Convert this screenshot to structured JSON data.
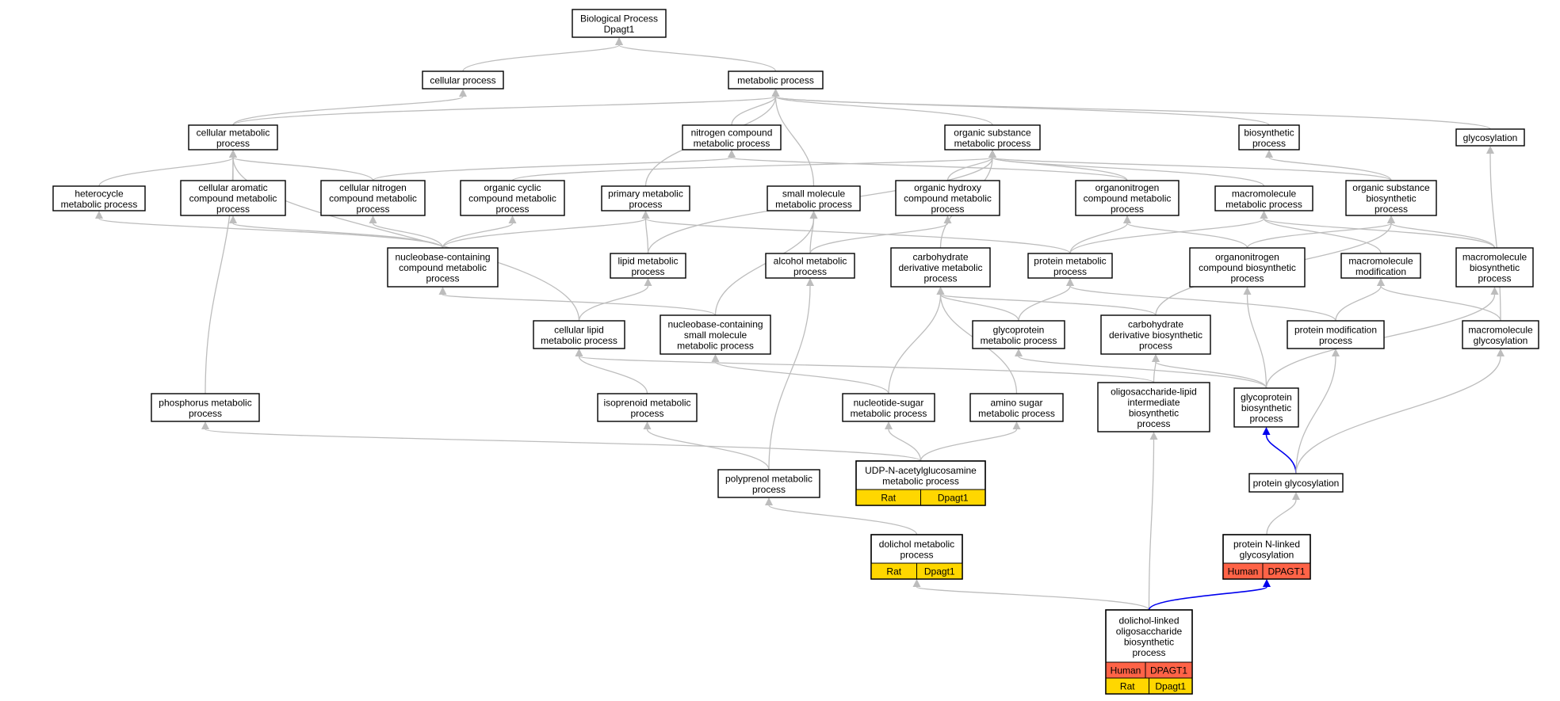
{
  "colors": {
    "rat": "#ffd700",
    "human": "#ff6347",
    "edge": "#bdbdbd",
    "highlight_edge": "#0000ee"
  },
  "nodes": [
    {
      "id": "bp",
      "lines": [
        "Biological Process",
        "Dpagt1"
      ]
    },
    {
      "id": "cp",
      "lines": [
        "cellular process"
      ]
    },
    {
      "id": "mp",
      "lines": [
        "metabolic process"
      ]
    },
    {
      "id": "cmp",
      "lines": [
        "cellular metabolic",
        "process"
      ]
    },
    {
      "id": "ncmp",
      "lines": [
        "nitrogen compound",
        "metabolic process"
      ]
    },
    {
      "id": "osmp",
      "lines": [
        "organic substance",
        "metabolic process"
      ]
    },
    {
      "id": "bsp",
      "lines": [
        "biosynthetic",
        "process"
      ]
    },
    {
      "id": "glyc",
      "lines": [
        "glycosylation"
      ]
    },
    {
      "id": "hmp",
      "lines": [
        "heterocycle",
        "metabolic process"
      ]
    },
    {
      "id": "cacmp",
      "lines": [
        "cellular aromatic",
        "compound metabolic",
        "process"
      ]
    },
    {
      "id": "cncmp",
      "lines": [
        "cellular nitrogen",
        "compound metabolic",
        "process"
      ]
    },
    {
      "id": "occmp",
      "lines": [
        "organic cyclic",
        "compound metabolic",
        "process"
      ]
    },
    {
      "id": "pmp",
      "lines": [
        "primary metabolic",
        "process"
      ]
    },
    {
      "id": "smmp",
      "lines": [
        "small molecule",
        "metabolic process"
      ]
    },
    {
      "id": "ohcmp",
      "lines": [
        "organic hydroxy",
        "compound metabolic",
        "process"
      ]
    },
    {
      "id": "oncmp",
      "lines": [
        "organonitrogen",
        "compound metabolic",
        "process"
      ]
    },
    {
      "id": "macmp",
      "lines": [
        "macromolecule",
        "metabolic process"
      ]
    },
    {
      "id": "osbp",
      "lines": [
        "organic substance",
        "biosynthetic",
        "process"
      ]
    },
    {
      "id": "nbccmp",
      "lines": [
        "nucleobase-containing",
        "compound metabolic",
        "process"
      ]
    },
    {
      "id": "lmp",
      "lines": [
        "lipid metabolic",
        "process"
      ]
    },
    {
      "id": "almp",
      "lines": [
        "alcohol metabolic",
        "process"
      ]
    },
    {
      "id": "cdmp",
      "lines": [
        "carbohydrate",
        "derivative metabolic",
        "process"
      ]
    },
    {
      "id": "prmp",
      "lines": [
        "protein metabolic",
        "process"
      ]
    },
    {
      "id": "oncbp",
      "lines": [
        "organonitrogen",
        "compound biosynthetic",
        "process"
      ]
    },
    {
      "id": "mamod",
      "lines": [
        "macromolecule",
        "modification"
      ]
    },
    {
      "id": "mabp",
      "lines": [
        "macromolecule",
        "biosynthetic",
        "process"
      ]
    },
    {
      "id": "clmp",
      "lines": [
        "cellular lipid",
        "metabolic process"
      ]
    },
    {
      "id": "nbcsmmp",
      "lines": [
        "nucleobase-containing",
        "small molecule",
        "metabolic process"
      ]
    },
    {
      "id": "gpmp",
      "lines": [
        "glycoprotein",
        "metabolic process"
      ]
    },
    {
      "id": "cdbp",
      "lines": [
        "carbohydrate",
        "derivative biosynthetic",
        "process"
      ]
    },
    {
      "id": "pmodp",
      "lines": [
        "protein modification",
        "process"
      ]
    },
    {
      "id": "magly",
      "lines": [
        "macromolecule",
        "glycosylation"
      ]
    },
    {
      "id": "phmp",
      "lines": [
        "phosphorus metabolic",
        "process"
      ]
    },
    {
      "id": "isomp",
      "lines": [
        "isoprenoid metabolic",
        "process"
      ]
    },
    {
      "id": "nsmp",
      "lines": [
        "nucleotide-sugar",
        "metabolic process"
      ]
    },
    {
      "id": "asmp",
      "lines": [
        "amino sugar",
        "metabolic process"
      ]
    },
    {
      "id": "olibp",
      "lines": [
        "oligosaccharide-lipid",
        "intermediate",
        "biosynthetic",
        "process"
      ]
    },
    {
      "id": "gpbp",
      "lines": [
        "glycoprotein",
        "biosynthetic",
        "process"
      ]
    },
    {
      "id": "udpmp",
      "lines": [
        "UDP-N-acetylglucosamine",
        "metabolic process"
      ],
      "anno": [
        [
          "Rat",
          "Dpagt1"
        ]
      ]
    },
    {
      "id": "polymp",
      "lines": [
        "polyprenol metabolic",
        "process"
      ]
    },
    {
      "id": "pgly",
      "lines": [
        "protein glycosylation"
      ]
    },
    {
      "id": "dolmp",
      "lines": [
        "dolichol metabolic",
        "process"
      ],
      "anno": [
        [
          "Rat",
          "Dpagt1"
        ]
      ]
    },
    {
      "id": "pngly",
      "lines": [
        "protein N-linked",
        "glycosylation"
      ],
      "anno": [
        [
          "Human",
          "DPAGT1"
        ]
      ]
    },
    {
      "id": "dlobp",
      "lines": [
        "dolichol-linked",
        "oligosaccharide",
        "biosynthetic",
        "process"
      ],
      "anno": [
        [
          "Human",
          "DPAGT1"
        ],
        [
          "Rat",
          "Dpagt1"
        ]
      ]
    }
  ],
  "edges": [
    [
      "cp",
      "bp"
    ],
    [
      "mp",
      "bp"
    ],
    [
      "cmp",
      "cp"
    ],
    [
      "cmp",
      "mp"
    ],
    [
      "ncmp",
      "mp"
    ],
    [
      "osmp",
      "mp"
    ],
    [
      "pmp",
      "mp"
    ],
    [
      "smmp",
      "mp"
    ],
    [
      "bsp",
      "mp"
    ],
    [
      "glyc",
      "mp"
    ],
    [
      "hmp",
      "cmp"
    ],
    [
      "cacmp",
      "cmp"
    ],
    [
      "cncmp",
      "cmp"
    ],
    [
      "cncmp",
      "ncmp"
    ],
    [
      "occmp",
      "osmp"
    ],
    [
      "ohcmp",
      "osmp"
    ],
    [
      "oncmp",
      "osmp"
    ],
    [
      "oncmp",
      "ncmp"
    ],
    [
      "macmp",
      "osmp"
    ],
    [
      "osbp",
      "osmp"
    ],
    [
      "osbp",
      "bsp"
    ],
    [
      "nbccmp",
      "hmp"
    ],
    [
      "nbccmp",
      "cacmp"
    ],
    [
      "nbccmp",
      "cncmp"
    ],
    [
      "nbccmp",
      "occmp"
    ],
    [
      "nbccmp",
      "pmp"
    ],
    [
      "lmp",
      "pmp"
    ],
    [
      "lmp",
      "osmp"
    ],
    [
      "almp",
      "smmp"
    ],
    [
      "almp",
      "ohcmp"
    ],
    [
      "cdmp",
      "osmp"
    ],
    [
      "prmp",
      "pmp"
    ],
    [
      "prmp",
      "oncmp"
    ],
    [
      "prmp",
      "macmp"
    ],
    [
      "oncbp",
      "oncmp"
    ],
    [
      "oncbp",
      "osbp"
    ],
    [
      "mamod",
      "macmp"
    ],
    [
      "mabp",
      "macmp"
    ],
    [
      "mabp",
      "osbp"
    ],
    [
      "clmp",
      "lmp"
    ],
    [
      "clmp",
      "cmp"
    ],
    [
      "nbcsmmp",
      "nbccmp"
    ],
    [
      "nbcsmmp",
      "smmp"
    ],
    [
      "gpmp",
      "cdmp"
    ],
    [
      "gpmp",
      "prmp"
    ],
    [
      "cdbp",
      "cdmp"
    ],
    [
      "cdbp",
      "osbp"
    ],
    [
      "pmodp",
      "prmp"
    ],
    [
      "pmodp",
      "mamod"
    ],
    [
      "magly",
      "mamod"
    ],
    [
      "magly",
      "glyc"
    ],
    [
      "phmp",
      "cmp"
    ],
    [
      "isomp",
      "clmp"
    ],
    [
      "nsmp",
      "nbcsmmp"
    ],
    [
      "nsmp",
      "cdmp"
    ],
    [
      "asmp",
      "cdmp"
    ],
    [
      "olibp",
      "cdbp"
    ],
    [
      "olibp",
      "clmp"
    ],
    [
      "gpbp",
      "gpmp"
    ],
    [
      "gpbp",
      "cdbp"
    ],
    [
      "gpbp",
      "oncbp"
    ],
    [
      "gpbp",
      "mabp"
    ],
    [
      "udpmp",
      "nsmp"
    ],
    [
      "udpmp",
      "asmp"
    ],
    [
      "udpmp",
      "phmp"
    ],
    [
      "polymp",
      "isomp"
    ],
    [
      "polymp",
      "almp"
    ],
    [
      "pgly",
      "gpbp",
      "blue"
    ],
    [
      "pgly",
      "pmodp"
    ],
    [
      "pgly",
      "magly"
    ],
    [
      "dolmp",
      "polymp"
    ],
    [
      "pngly",
      "pgly"
    ],
    [
      "dlobp",
      "olibp"
    ],
    [
      "dlobp",
      "dolmp"
    ],
    [
      "dlobp",
      "pngly",
      "blue"
    ]
  ]
}
